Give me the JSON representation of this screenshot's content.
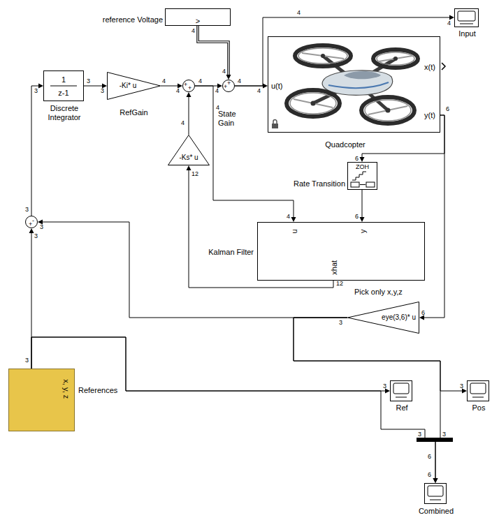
{
  "diagram": {
    "nodes": [
      {
        "text": [
          "reference Voltage",
          ">"
        ]
      },
      {
        "text": [
          "1",
          "z-1",
          "Discrete Integrator"
        ]
      },
      {
        "text": [
          "-Ki* u",
          "RefGain"
        ]
      },
      {
        "text": [
          "+",
          "+"
        ]
      },
      {
        "text": [
          "+",
          "+"
        ]
      },
      {
        "text": [
          "x(t)",
          "u(t)",
          "y(t)",
          "Quadcopter"
        ]
      },
      {
        "text": [
          "Input"
        ]
      },
      {
        "text": [
          "-Ks* u",
          "State Gain"
        ]
      },
      {
        "text": [
          "ZOH",
          "Rate Transition"
        ]
      },
      {
        "text": [
          "-",
          "+"
        ]
      },
      {
        "text": [
          "u",
          "y",
          "Kalman Filter",
          "xhat"
        ]
      },
      {
        "text": [
          "Pick only x,y,z",
          "eye(3,6)* u"
        ]
      },
      {
        "text": [
          "x, y, z",
          "References"
        ]
      },
      {
        "text": [
          "Ref"
        ]
      },
      {
        "text": [
          "Pos"
        ]
      },
      {
        "text": [
          "Combined"
        ]
      }
    ],
    "edges": [
      {
        "from": 1,
        "to": 2,
        "arrow": "to"
      },
      {
        "from": 2,
        "to": 3,
        "arrow": "to"
      },
      {
        "from": 7,
        "to": 3,
        "arrow": "to"
      },
      {
        "from": 3,
        "to": 4,
        "arrow": "to"
      },
      {
        "from": 0,
        "to": 4,
        "arrow": "to"
      },
      {
        "from": 4,
        "to": 5,
        "arrow": "to"
      },
      {
        "from": 4,
        "to": 6,
        "arrow": "to"
      },
      {
        "from": 3,
        "to": 10,
        "arrow": "to"
      },
      {
        "from": 5,
        "to": 8,
        "arrow": "to"
      },
      {
        "from": 5,
        "to": 11,
        "arrow": "to"
      },
      {
        "from": 8,
        "to": 10,
        "arrow": "to"
      },
      {
        "from": 10,
        "to": 7,
        "arrow": "to"
      },
      {
        "from": 11,
        "to": 9,
        "arrow": "to"
      },
      {
        "from": 11,
        "to": 14,
        "arrow": "to"
      },
      {
        "from": 11,
        "to": 15,
        "arrow": "to"
      },
      {
        "from": 12,
        "to": 9,
        "arrow": "to"
      },
      {
        "from": 12,
        "to": 13,
        "arrow": "to"
      },
      {
        "from": 12,
        "to": 15,
        "arrow": "to"
      },
      {
        "from": 9,
        "to": 1,
        "arrow": "to"
      }
    ],
    "labels": [
      "4",
      "4",
      "4",
      "4",
      "3",
      "3",
      "3",
      "4",
      "4",
      "4",
      "4",
      "4",
      "4",
      "4",
      "4",
      "12",
      "12",
      "4",
      "6",
      "6",
      "6",
      "6",
      "3",
      "3",
      "3",
      "3",
      "3",
      "3",
      "3",
      "3",
      "3",
      "6",
      "6"
    ]
  }
}
